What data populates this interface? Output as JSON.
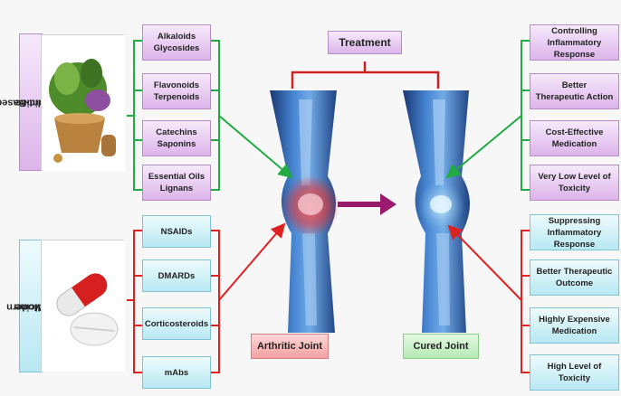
{
  "treatment": "Treatment",
  "plant": {
    "label_line1": "Plant-Based",
    "label_line2": "Medicine",
    "items": [
      {
        "l1": "Alkaloids",
        "l2": "Glycosides"
      },
      {
        "l1": "Flavonoids",
        "l2": "Terpenoids"
      },
      {
        "l1": "Catechins",
        "l2": "Saponins"
      },
      {
        "l1": "Essential Oils",
        "l2": "Lignans"
      }
    ]
  },
  "modern": {
    "label_line1": "Modern",
    "label_line2": "Medicine",
    "items": [
      "NSAIDs",
      "DMARDs",
      "Corticosteroids",
      "mAbs"
    ]
  },
  "outcomes_plant": [
    {
      "l1": "Controlling",
      "l2": "Inflammatory Response"
    },
    {
      "l1": "Better",
      "l2": "Therapeutic Action"
    },
    {
      "l1": "Cost-Effective",
      "l2": "Medication"
    },
    {
      "l1": "Very Low Level of",
      "l2": "Toxicity"
    }
  ],
  "outcomes_modern": [
    {
      "l1": "Suppressing",
      "l2": "Inflammatory Response"
    },
    {
      "l1": "Better Therapeutic",
      "l2": "Outcome"
    },
    {
      "l1": "Highly Expensive",
      "l2": "Medication"
    },
    {
      "l1": "High Level of",
      "l2": "Toxicity"
    }
  ],
  "arthritic_label": "Arthritic Joint",
  "cured_label": "Cured Joint",
  "colors": {
    "green": "#22aa44",
    "red": "#dd2222",
    "purple_arrow": "#9c1a6e",
    "bracket_red": "#cc2222"
  }
}
